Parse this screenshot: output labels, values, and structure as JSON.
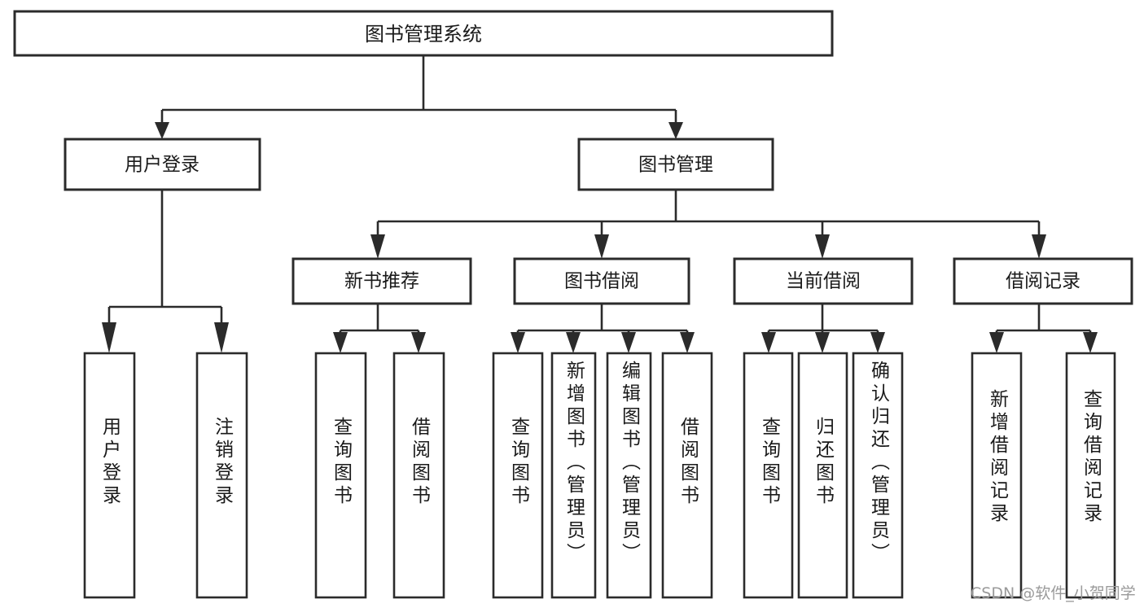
{
  "diagram": {
    "title": "图书管理系统",
    "type": "tree",
    "root": {
      "label": "图书管理系统",
      "orientation": "horizontal"
    },
    "level1": [
      {
        "label": "用户登录",
        "orientation": "horizontal"
      },
      {
        "label": "图书管理",
        "orientation": "horizontal"
      }
    ],
    "level2": [
      {
        "label": "新书推荐",
        "orientation": "horizontal",
        "parent": "图书管理"
      },
      {
        "label": "图书借阅",
        "orientation": "horizontal",
        "parent": "图书管理"
      },
      {
        "label": "当前借阅",
        "orientation": "horizontal",
        "parent": "图书管理"
      },
      {
        "label": "借阅记录",
        "orientation": "horizontal",
        "parent": "图书管理"
      }
    ],
    "leaves": [
      {
        "label": "用户登录",
        "parent": "用户登录",
        "orientation": "vertical"
      },
      {
        "label": "注销登录",
        "parent": "用户登录",
        "orientation": "vertical"
      },
      {
        "label": "查询图书",
        "parent": "新书推荐",
        "orientation": "vertical"
      },
      {
        "label": "借阅图书",
        "parent": "新书推荐",
        "orientation": "vertical"
      },
      {
        "label": "查询图书",
        "parent": "图书借阅",
        "orientation": "vertical"
      },
      {
        "label": "新增图书（管理员）",
        "parent": "图书借阅",
        "orientation": "vertical"
      },
      {
        "label": "编辑图书（管理员）",
        "parent": "图书借阅",
        "orientation": "vertical"
      },
      {
        "label": "借阅图书",
        "parent": "图书借阅",
        "orientation": "vertical"
      },
      {
        "label": "查询图书",
        "parent": "当前借阅",
        "orientation": "vertical"
      },
      {
        "label": "归还图书",
        "parent": "当前借阅",
        "orientation": "vertical"
      },
      {
        "label": "确认归还（管理员）",
        "parent": "当前借阅",
        "orientation": "vertical"
      },
      {
        "label": "新增借阅记录",
        "parent": "借阅记录",
        "orientation": "vertical"
      },
      {
        "label": "查询借阅记录",
        "parent": "借阅记录",
        "orientation": "vertical"
      }
    ],
    "colors": {
      "box_stroke": "#2b2b2b",
      "box_fill": "#ffffff",
      "connector": "#2b2b2b",
      "text": "#1a1a1a",
      "watermark": "#9a9a9a",
      "background": "#ffffff"
    }
  },
  "watermark": {
    "text": "CSDN @软件_小贺同学"
  }
}
